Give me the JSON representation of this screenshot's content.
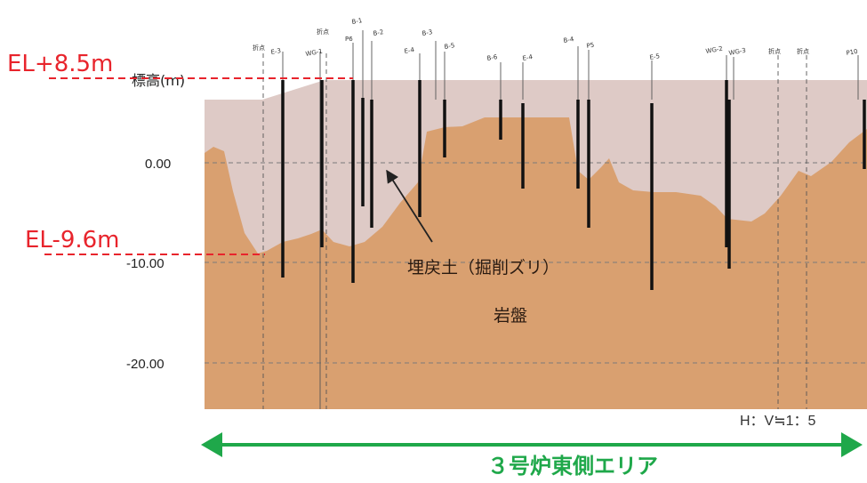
{
  "diagram": {
    "y_axis_label": "標高(m)",
    "y_ticks": [
      "0.00",
      "-10.00",
      "-20.00"
    ],
    "el_top": "EL+8.5m",
    "el_bottom": "EL-9.6m",
    "label_fill": "埋戻土（掘削ズリ）",
    "label_rock": "岩盤",
    "scale_text": "H：V≒1：5",
    "area_label": "３号炉東側エリア",
    "borehole_labels": [
      "折点",
      "E-3",
      "WG-1",
      "折点",
      "P6",
      "B-1",
      "B-2",
      "E-4",
      "B-3",
      "B-5",
      "B-6",
      "E-4",
      "B-4",
      "P5",
      "E-5",
      "WG-2",
      "WG-3",
      "折点",
      "折点",
      "P10"
    ],
    "colors": {
      "fill_soil": "#decac6",
      "bedrock": "#d9a070",
      "el_marker": "#e8242c",
      "area_arrow": "#1fa84a",
      "borehole": "#111111"
    }
  }
}
